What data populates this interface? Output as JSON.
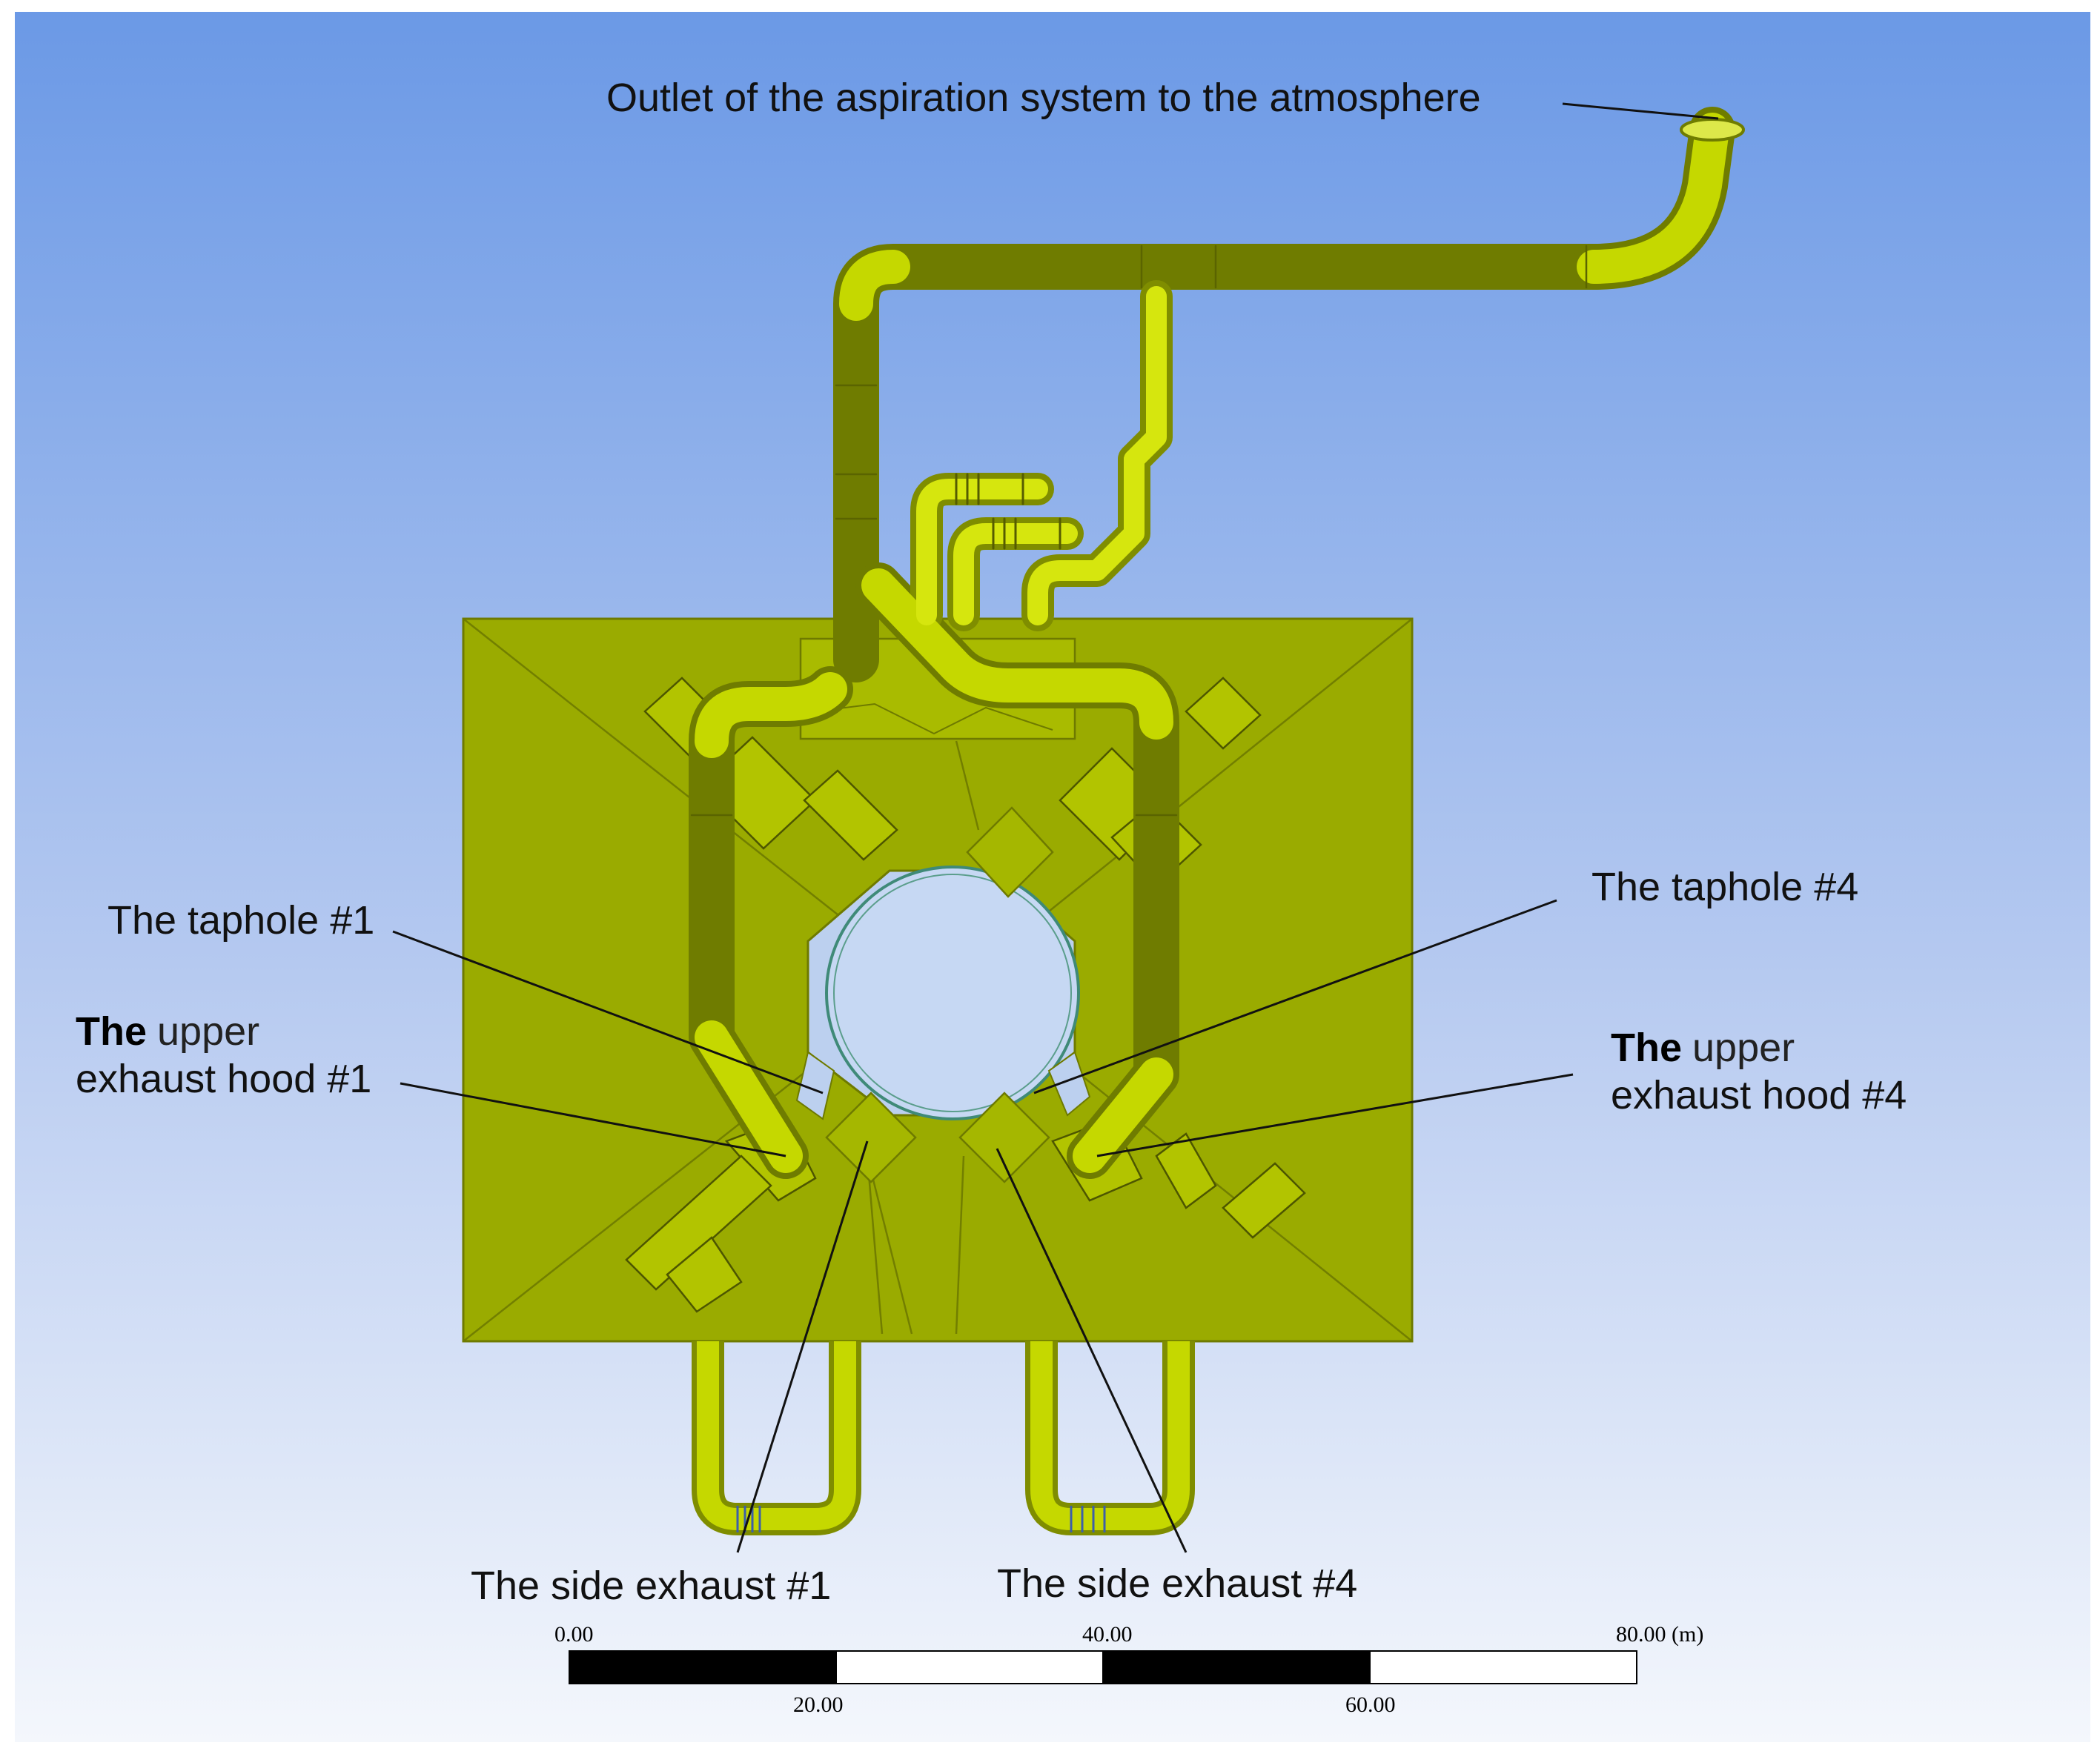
{
  "labels": {
    "outlet": "Outlet of the aspiration system to the atmosphere",
    "taphole1": "The taphole #1",
    "taphole4": "The taphole #4",
    "upper_hood1": {
      "prefix": "The",
      "rest": "upper",
      "line2": "exhaust hood #1"
    },
    "upper_hood4": {
      "prefix": "The",
      "rest": "upper",
      "line2": "exhaust hood #4"
    },
    "side_exhaust1": "The side exhaust #1",
    "side_exhaust4": "The side exhaust #4"
  },
  "scale_bar": {
    "ticks_top": [
      "0.00",
      "40.00",
      "80.00 (m)"
    ],
    "ticks_bottom": [
      "20.00",
      "60.00"
    ]
  },
  "colors": {
    "sky_top": "#6b99e6",
    "sky_bottom": "#f4f7fc",
    "platform": "#9aab00",
    "duct": "#c5d800",
    "duct_dark": "#7f8d00",
    "duct_light": "#eef56a",
    "furnace": "#bcd0ef"
  }
}
